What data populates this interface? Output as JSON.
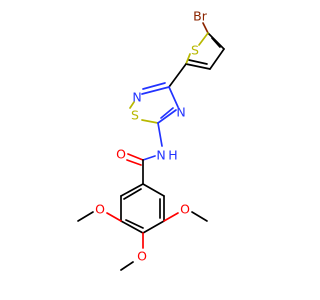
{
  "molecule": {
    "atom_labels": {
      "bromine": "Br",
      "thiophene_sulfur": "S",
      "thiadiazole_sulfur": "S",
      "thiadiazole_n2": "N",
      "thiadiazole_n4": "N",
      "amide_nh": "N",
      "amide_h": "H",
      "carbonyl_oxygen": "O",
      "methoxy_oxygen_left": "O",
      "methoxy_oxygen_bottom": "O",
      "methoxy_oxygen_right": "O"
    },
    "colors": {
      "bond": "#000000",
      "sulfur": "#b8b800",
      "nitrogen": "#2233ff",
      "oxygen": "#ff0000",
      "bromine": "#8b2500"
    }
  }
}
